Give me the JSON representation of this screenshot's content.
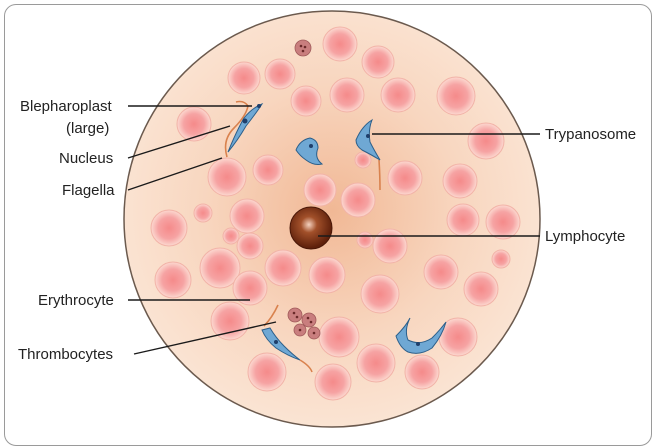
{
  "labels": {
    "blepharoplast_line1": "Blepharoplast",
    "blepharoplast_line2": "(large)",
    "nucleus": "Nucleus",
    "flagella": "Flagella",
    "erythrocyte": "Erythrocyte",
    "thrombocytes": "Thrombocytes",
    "trypanosome": "Trypanosome",
    "lymphocyte": "Lymphocyte"
  },
  "colors": {
    "plasma_center": "#f3bfa0",
    "plasma_edge": "#fbe7d8",
    "erythrocyte_fill": "#f7a6a6",
    "erythrocyte_center": "#f58f8f",
    "erythrocyte_rim": "#ffd8d0",
    "trypanosome_body": "#6fa8d4",
    "flagellum": "#d9824e",
    "lymphocyte": "#7a2e12",
    "thrombocyte": "#b86b6b"
  }
}
